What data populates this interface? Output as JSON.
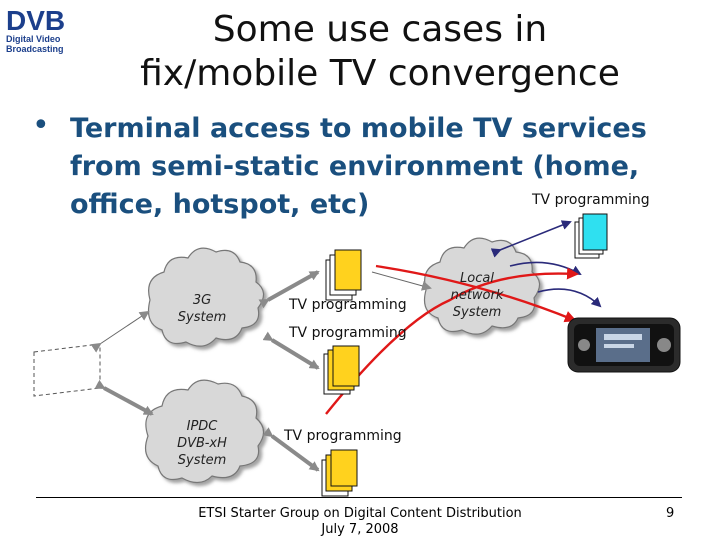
{
  "logo": {
    "mark": "DVB",
    "line1": "Digital Video",
    "line2": "Broadcasting"
  },
  "title": {
    "line1": "Some use cases in",
    "line2": "fix/mobile TV convergence"
  },
  "bullet": {
    "line1": "Terminal access to mobile TV services",
    "line2": "from semi-static environment (home,",
    "line3": "office, hotspot, etc)"
  },
  "diagram": {
    "tv_programming_top_right": "TV programming",
    "tv_programming_middle": "TV programming",
    "tv_programming_mid_low": "TV programming",
    "tv_programming_bottom": "TV programming",
    "cloud_3g": {
      "line1": "3G",
      "line2": "System"
    },
    "cloud_local": {
      "line1": "Local",
      "line2": "network",
      "line3": "System"
    },
    "cloud_ipdc": {
      "line1": "IPDC",
      "line2": "DVB-xH",
      "line3": "System"
    },
    "colors": {
      "red_link": "#e01818",
      "blue_link": "#2a2a7a",
      "doc_yellow": "#ffd21e",
      "doc_cyan": "#2fe0f0"
    }
  },
  "footer": {
    "line1": "ETSI Starter Group on Digital Content Distribution",
    "line2": "July 7, 2008",
    "page": "9"
  }
}
